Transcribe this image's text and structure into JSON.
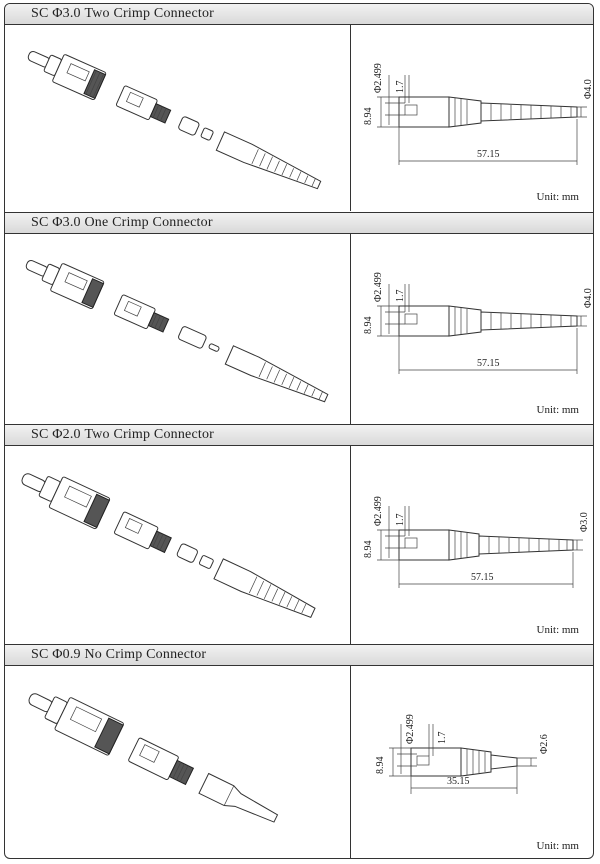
{
  "unit_label": "Unit: mm",
  "sections": [
    {
      "title": "SC Φ3.0 Two Crimp Connector",
      "dim_a": "Φ2.499",
      "dim_b": "1.7",
      "dim_c": "8.94",
      "dim_d": "Φ4.0",
      "dim_len": "57.15"
    },
    {
      "title": "SC Φ3.0 One Crimp Connector",
      "dim_a": "Φ2.499",
      "dim_b": "1.7",
      "dim_c": "8.94",
      "dim_d": "Φ4.0",
      "dim_len": "57.15"
    },
    {
      "title": "SC Φ2.0 Two Crimp Connector",
      "dim_a": "Φ2.499",
      "dim_b": "1.7",
      "dim_c": "8.94",
      "dim_d": "Φ3.0",
      "dim_len": "57.15"
    },
    {
      "title": "SC Φ0.9 No Crimp Connector",
      "dim_a": "Φ2.499",
      "dim_b": "1.7",
      "dim_c": "8.94",
      "dim_d": "Φ2.6",
      "dim_len": "35.15"
    }
  ]
}
